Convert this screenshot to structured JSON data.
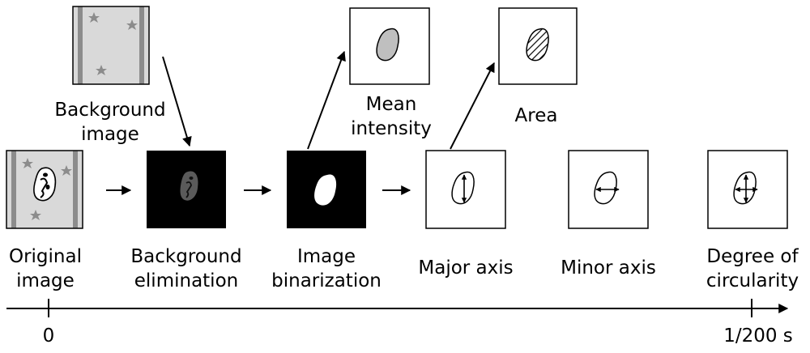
{
  "steps": {
    "background_image": "Background\nimage",
    "original_image": "Original\nimage",
    "background_elimination": "Background\nelimination",
    "image_binarization": "Image\nbinarization",
    "major_axis": "Major axis",
    "minor_axis": "Minor axis",
    "degree_of_circularity": "Degree of\ncircularity",
    "mean_intensity": "Mean\nintensity",
    "area": "Area"
  },
  "timeline": {
    "start": "0",
    "end": "1/200 s"
  },
  "colors": {
    "stroke": "#000000",
    "background_gray": "#d9d9d9",
    "bar_gray": "#8c8c8c",
    "star_gray": "#8c8c8c",
    "mean_fill": "#bfbfbf"
  }
}
